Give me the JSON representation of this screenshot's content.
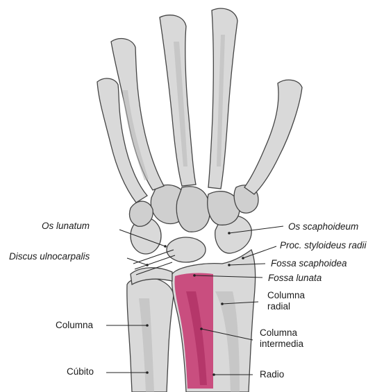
{
  "labels": {
    "os_lunatum": "Os lunatum",
    "discus_ulnocarpalis": "Discus ulnocarpalis",
    "columna_left": "Columna",
    "cubito": "Cúbito",
    "os_scaphoideum": "Os scaphoideum",
    "proc_styloideus_radii": "Proc. styloideus radii",
    "fossa_scaphoidea": "Fossa scaphoidea",
    "fossa_lunata": "Fossa lunata",
    "columna_radial_1": "Columna",
    "columna_radial_2": "radial",
    "columna_intermedia_1": "Columna",
    "columna_intermedia_2": "intermedia",
    "radio": "Radio"
  },
  "colors": {
    "highlight_intermediate_column": "#c2185b",
    "bone_fill": "#d9d9d9",
    "outline": "#444444"
  }
}
